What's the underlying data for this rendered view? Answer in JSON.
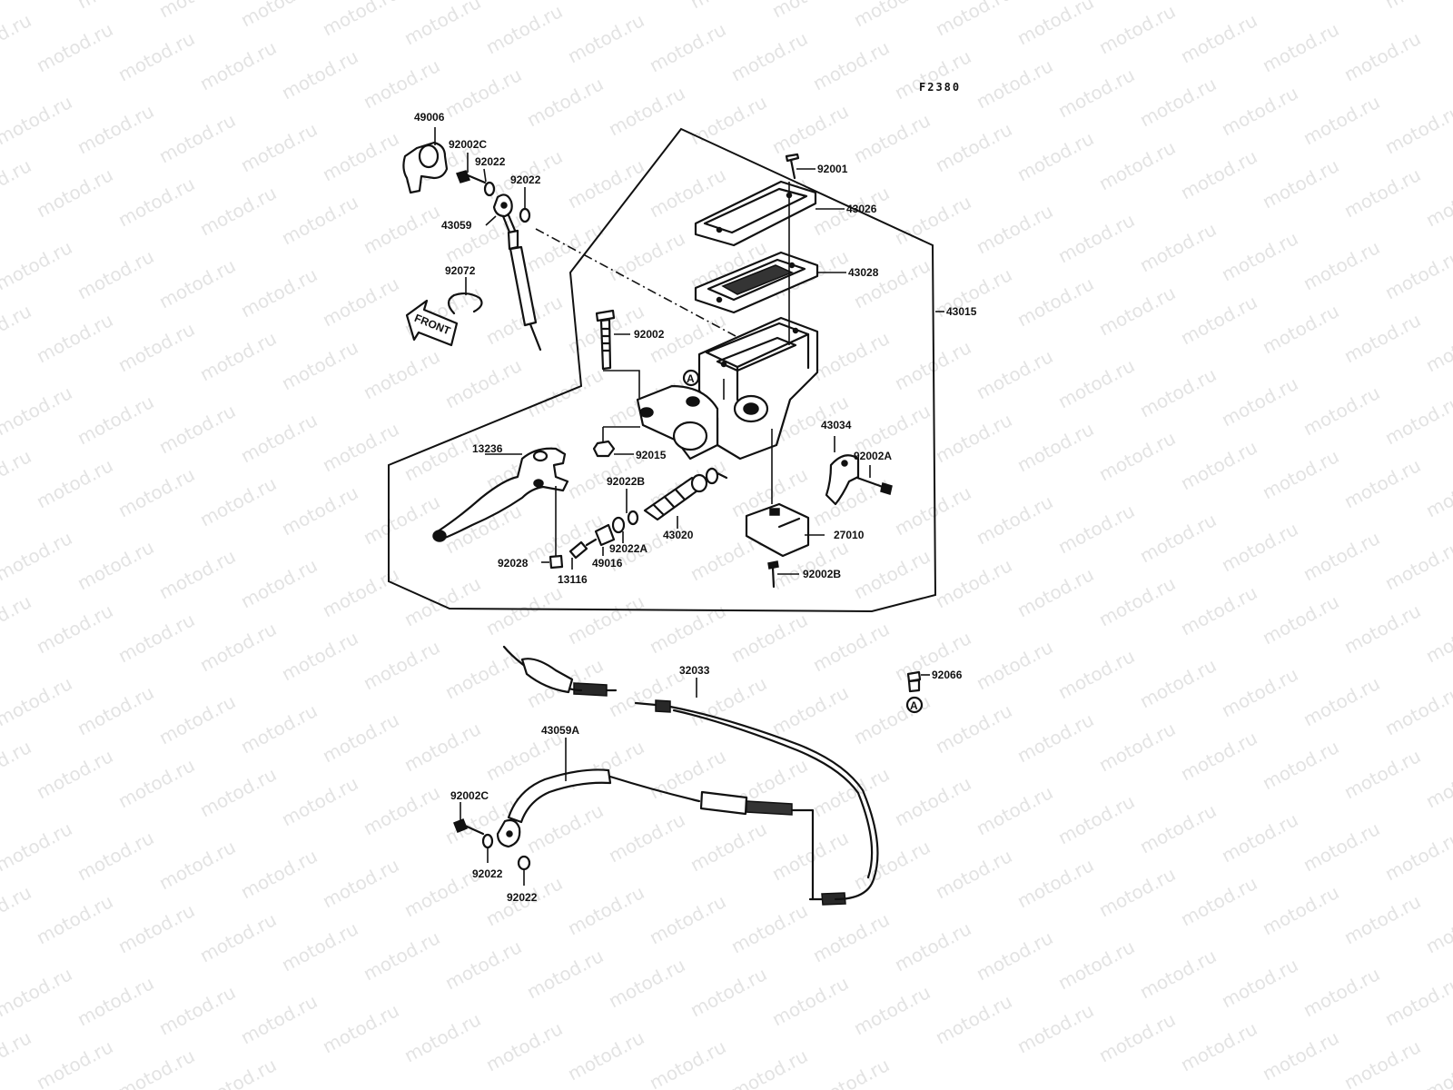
{
  "watermark": "motod.ru",
  "figure_code": "F2380",
  "front_arrow_label": "FRONT",
  "ref_marker": "A",
  "labels": {
    "p49006": "49006",
    "p92002C_top": "92002C",
    "p92022_top1": "92022",
    "p92022_top2": "92022",
    "p43059": "43059",
    "p92072": "92072",
    "p92001": "92001",
    "p43026": "43026",
    "p43028": "43028",
    "p43015": "43015",
    "p92002": "92002",
    "p43034": "43034",
    "p92002A": "92002A",
    "p13236": "13236",
    "p92015": "92015",
    "p92022B": "92022B",
    "p43020": "43020",
    "p27010": "27010",
    "p92022A": "92022A",
    "p49016": "49016",
    "p92028": "92028",
    "p13116": "13116",
    "p92002B": "92002B",
    "p32033": "32033",
    "p92066": "92066",
    "p43059A": "43059A",
    "p92002C_bot": "92002C",
    "p92022_bot1": "92022",
    "p92022_bot2": "92022"
  }
}
